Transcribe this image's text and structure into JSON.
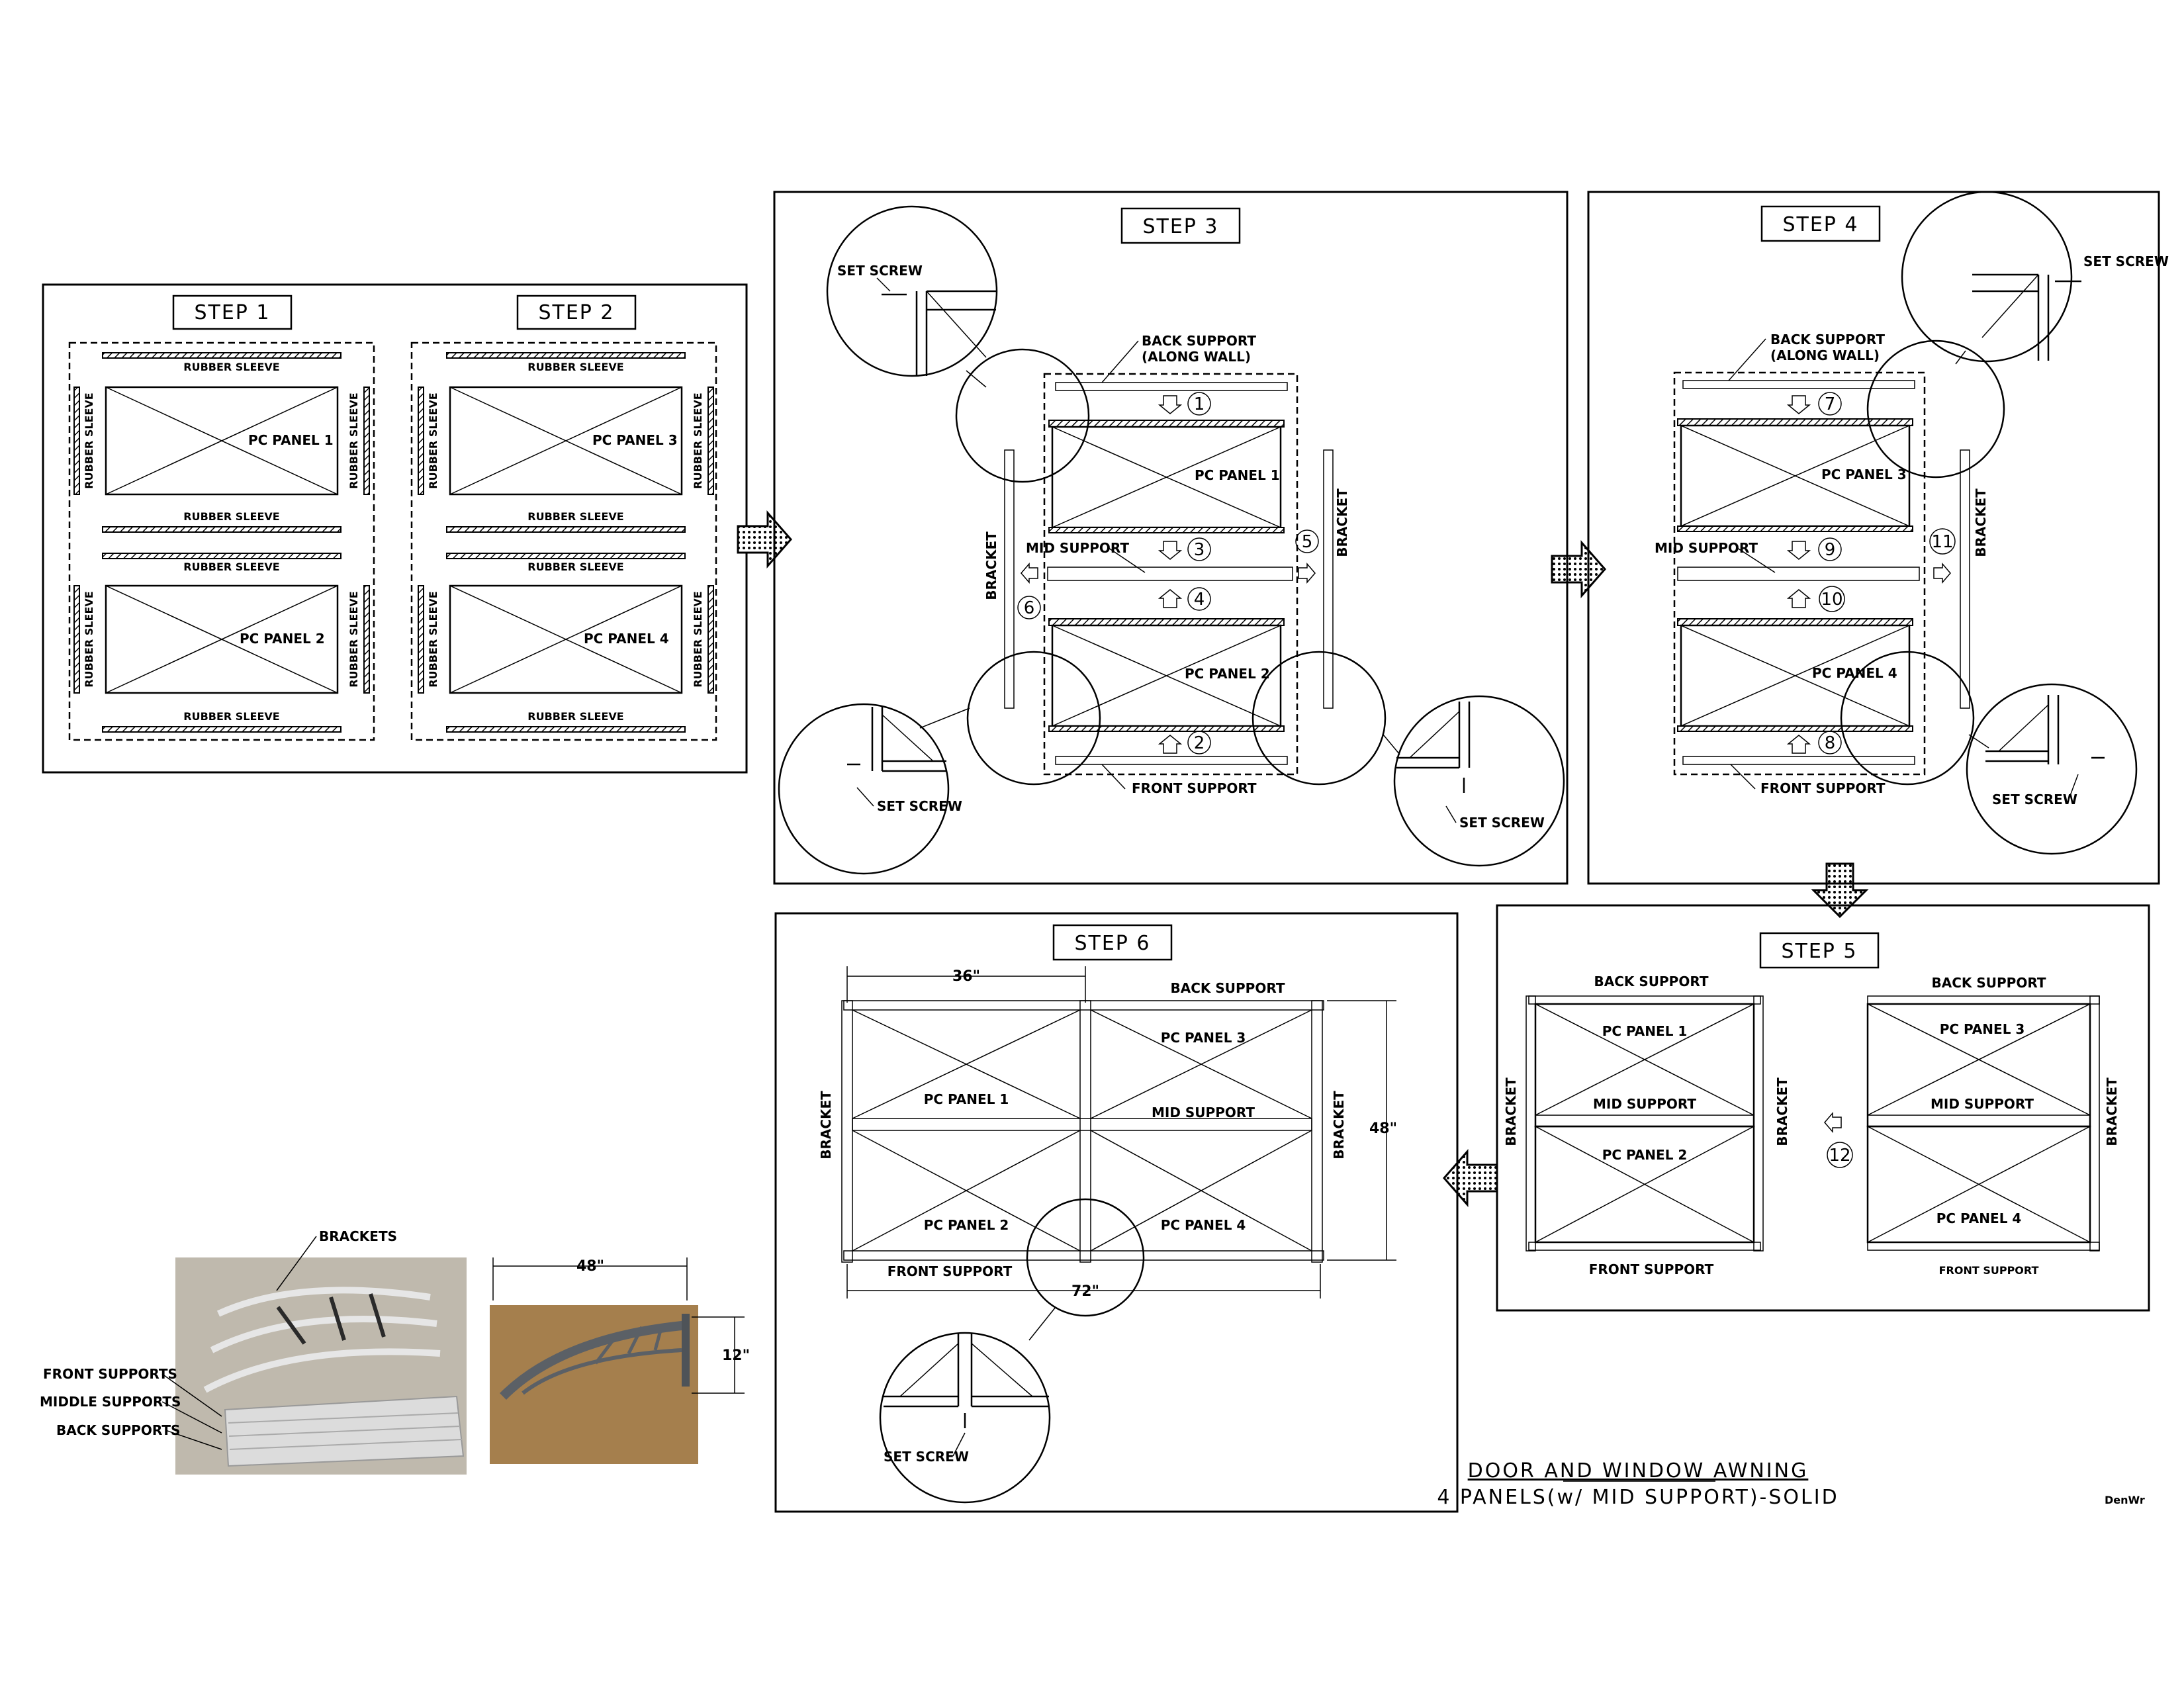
{
  "title": {
    "line1": "DOOR AND WINDOW AWNING",
    "line2": "4 PANELS(w/ MID SUPPORT)-SOLID",
    "signature": "DenWr"
  },
  "steps": {
    "s1": "STEP 1",
    "s2": "STEP 2",
    "s3": "STEP 3",
    "s4": "STEP 4",
    "s5": "STEP 5",
    "s6": "STEP 6"
  },
  "labels": {
    "rubber_sleeve": "RUBBER SLEEVE",
    "pc1": "PC PANEL 1",
    "pc2": "PC PANEL 2",
    "pc3": "PC PANEL 3",
    "pc4": "PC PANEL 4",
    "set_screw": "SET SCREW",
    "back_support": "BACK SUPPORT",
    "along_wall": "(ALONG WALL)",
    "mid_support": "MID SUPPORT",
    "front_support": "FRONT SUPPORT",
    "bracket": "BRACKET",
    "brackets": "BRACKETS",
    "front_supports": "FRONT SUPPORTS",
    "middle_supports": "MIDDLE SUPPORTS",
    "back_supports": "BACK SUPPORTS"
  },
  "dimensions": {
    "w36": "36\"",
    "w72": "72\"",
    "h48": "48\"",
    "photo_w": "48\"",
    "photo_h": "12\""
  },
  "sequence": [
    "1",
    "2",
    "3",
    "4",
    "5",
    "6",
    "7",
    "8",
    "9",
    "10",
    "11",
    "12"
  ]
}
